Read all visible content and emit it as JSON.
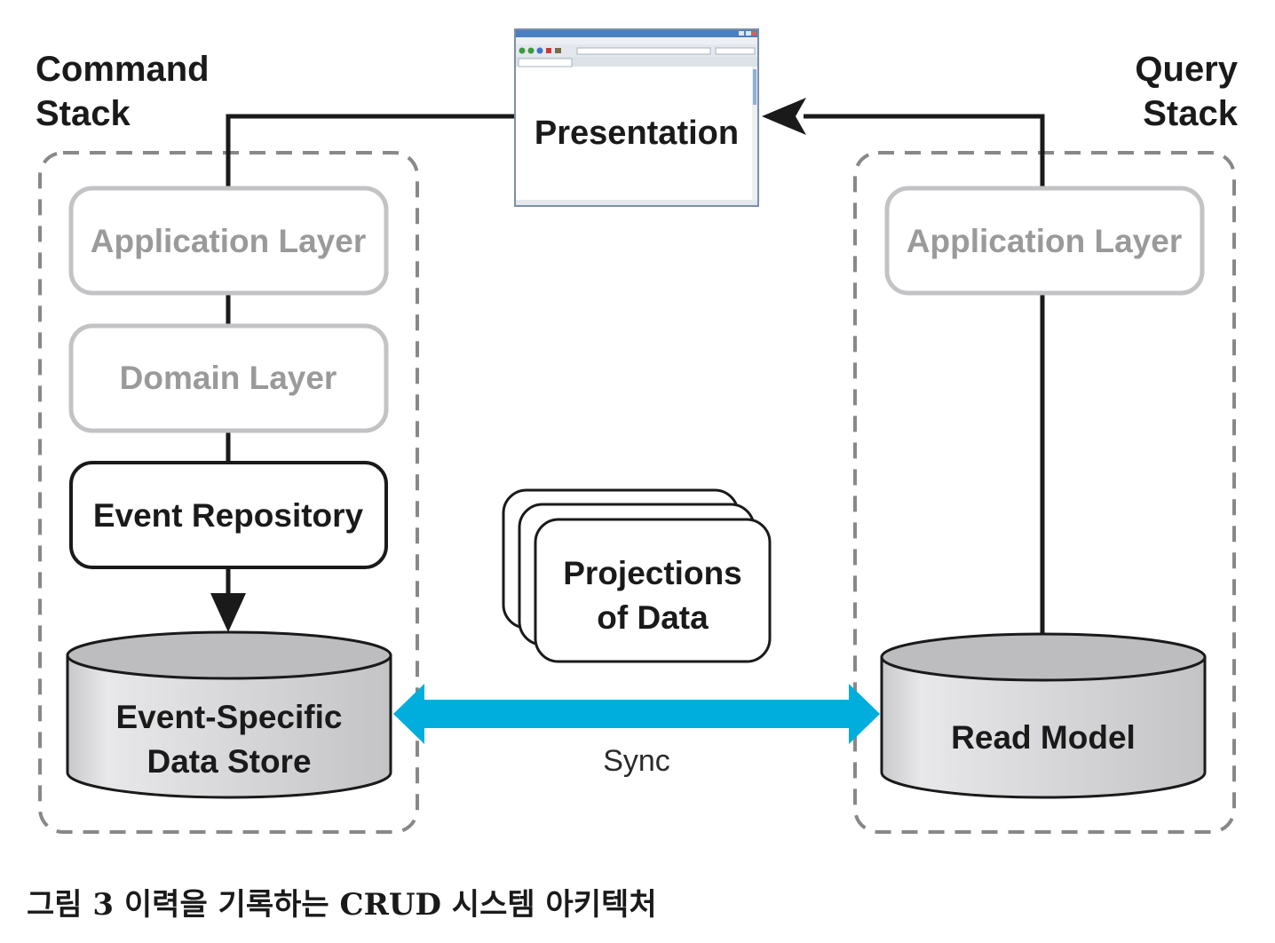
{
  "stacks": {
    "command_title_line1": "Command",
    "command_title_line2": "Stack",
    "query_title_line1": "Query",
    "query_title_line2": "Stack"
  },
  "presentation": {
    "label": "Presentation"
  },
  "command_stack": {
    "application_layer": "Application Layer",
    "domain_layer": "Domain Layer",
    "event_repository": "Event Repository",
    "data_store_line1": "Event-Specific",
    "data_store_line2": "Data Store"
  },
  "query_stack": {
    "application_layer": "Application Layer",
    "read_model": "Read Model"
  },
  "projections": {
    "line1": "Projections",
    "line2": "of Data"
  },
  "sync": {
    "label": "Sync"
  },
  "caption": "그림 3 이력을 기록하는 CRUD 시스템 아키텍처",
  "colors": {
    "sync_arrow": "#00AEDD",
    "faded_text": "#9a9a9a",
    "cylinder_fill": "#d9d9db",
    "dashed_border": "#888888"
  }
}
